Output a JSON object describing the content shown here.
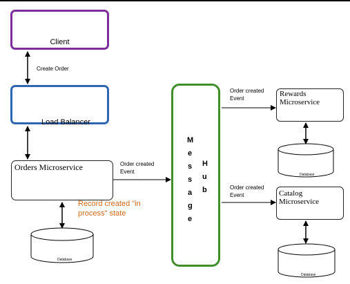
{
  "client": {
    "label": "Client"
  },
  "load_balancer": {
    "label": "Load Balancer"
  },
  "orders": {
    "label": "Orders Microservice"
  },
  "rewards": {
    "label": "Rewards Microservice"
  },
  "catalog": {
    "label": "Catalog Microservice"
  },
  "hub": {
    "word1": [
      "M",
      "e",
      "s",
      "s",
      "a",
      "g",
      "e"
    ],
    "word2": [
      "H",
      "u",
      "b"
    ]
  },
  "edges": {
    "create_order": "Create Order",
    "orders_event": [
      "Order created",
      "Event"
    ],
    "rewards_event": [
      "Order created",
      "Event"
    ],
    "catalog_event": [
      "Order created",
      "Event"
    ]
  },
  "record_note": [
    "Record created \"in",
    "process\" state"
  ],
  "database_label": "Database",
  "colors": {
    "client": "#7b2d9b",
    "load_balancer": "#2f66b3",
    "hub": "#3f8e2a",
    "note": "#d2691e"
  }
}
